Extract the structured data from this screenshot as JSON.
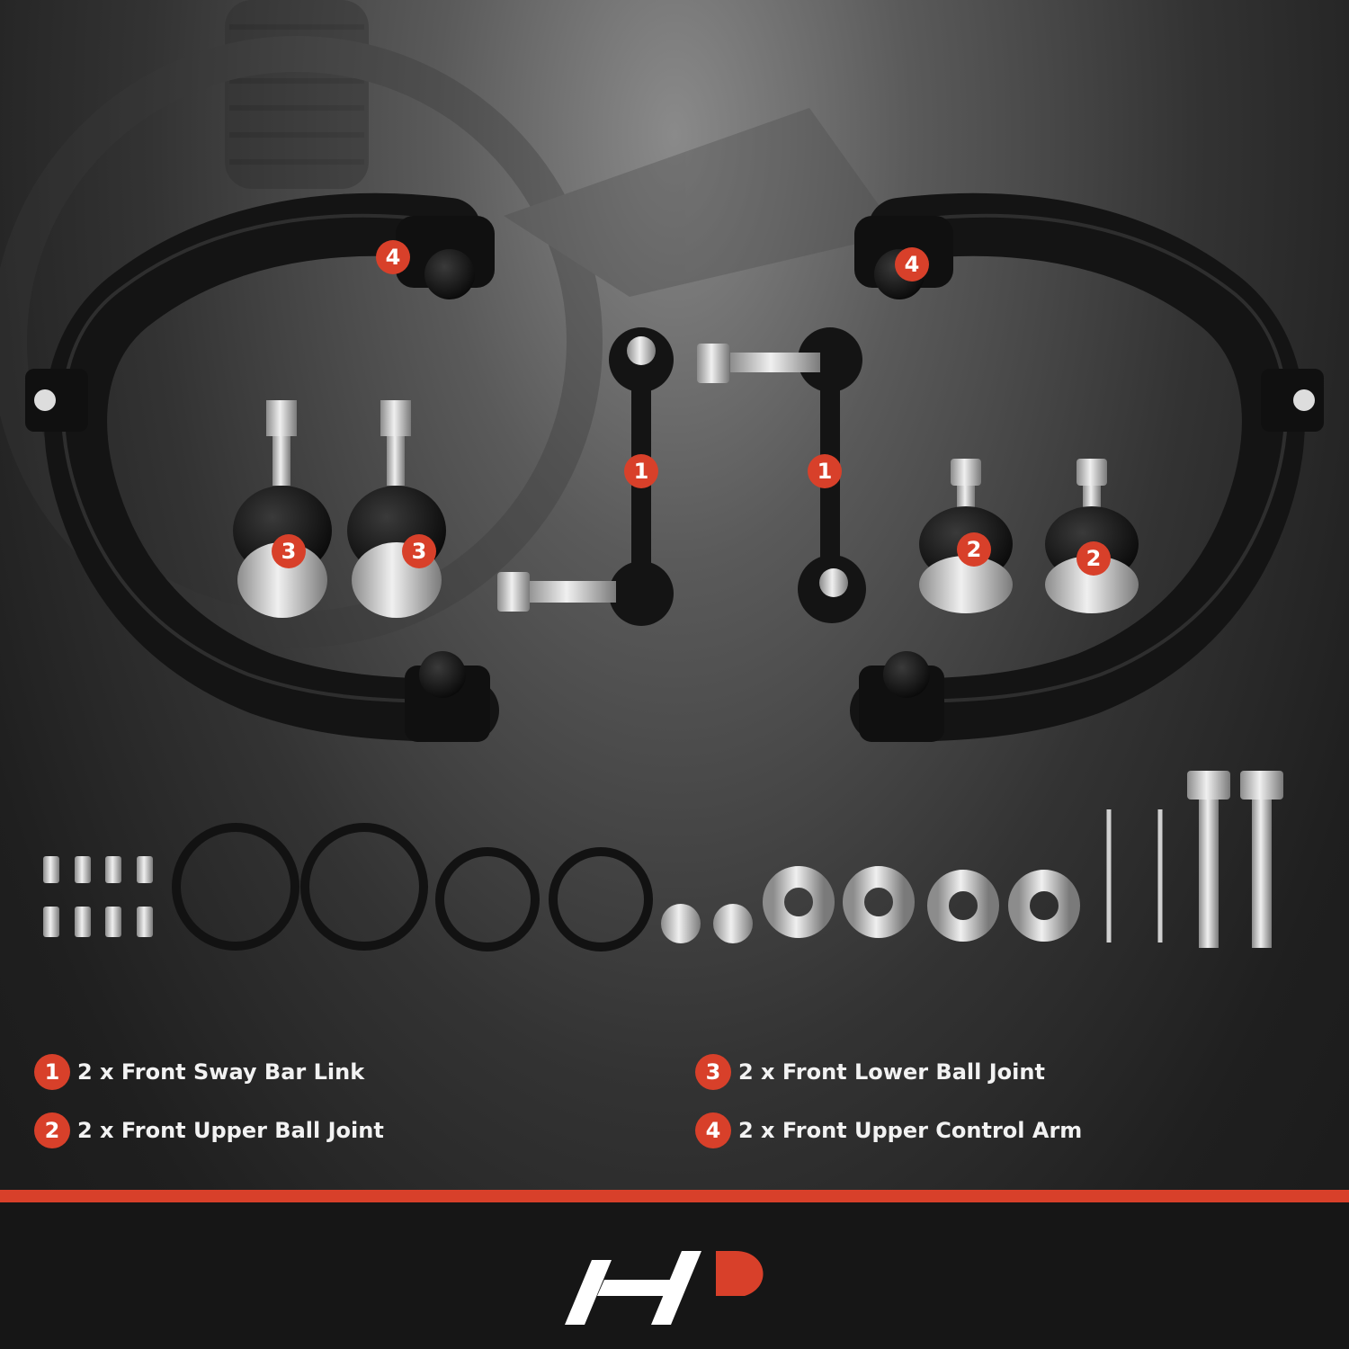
{
  "colors": {
    "accent": "#d8402a",
    "background": "#1c1c1c",
    "part": "#141414",
    "metal": "#c9c9c9"
  },
  "callouts": {
    "upper_arm_left": "4",
    "upper_arm_right": "4",
    "sway_link_left": "1",
    "sway_link_right": "1",
    "lower_joint_a": "3",
    "lower_joint_b": "3",
    "upper_joint_a": "2",
    "upper_joint_b": "2"
  },
  "legend": [
    {
      "num": "1",
      "text": "2 x Front Sway Bar Link"
    },
    {
      "num": "2",
      "text": "2 x Front Upper Ball Joint"
    },
    {
      "num": "3",
      "text": "2 x Front Lower Ball Joint"
    },
    {
      "num": "4",
      "text": "2 x Front Upper Control Arm"
    }
  ],
  "brand": {
    "logo_icon": "a-premium-logo"
  }
}
